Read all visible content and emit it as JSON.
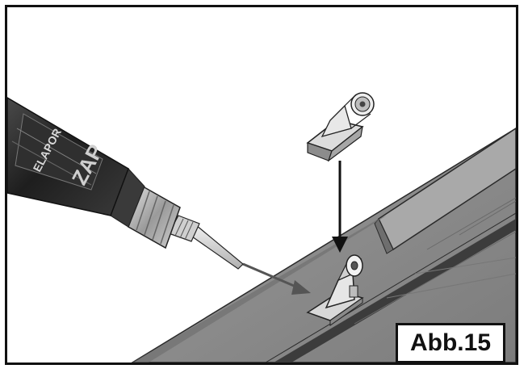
{
  "figure": {
    "badge_label": "Abb.15"
  },
  "bottle": {
    "label_line1": "ELAPOR",
    "label_logo": "ZAP"
  },
  "colors": {
    "frame": "#111111",
    "wing_top": "#8c8c8c",
    "wing_light": "#a8a8a8",
    "wing_dark": "#5a5a5a",
    "hinge_slot": "#3a3a3a",
    "bottle_body": "#2a2a2a",
    "bottle_cap": "#b5b5b5",
    "arrow": "#111111",
    "glue_arrow": "#555555"
  },
  "icons": {
    "down_arrow": "down-arrow-icon",
    "glue_direction": "glue-direction-arrow"
  }
}
